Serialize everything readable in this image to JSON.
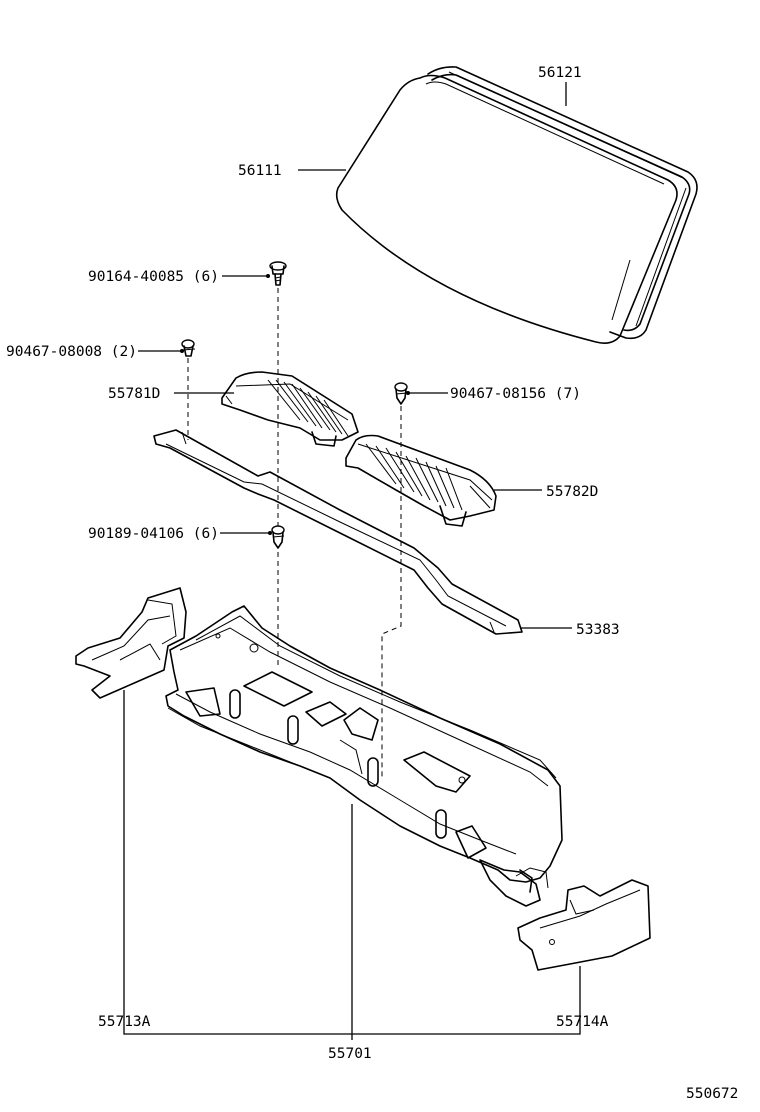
{
  "diagram": {
    "catalog_number": "550672",
    "labels": {
      "windshield_glass": "56111",
      "windshield_weatherstrip": "56121",
      "screw_top": "90164-40085 (6)",
      "clip_left": "90467-08008 (2)",
      "cowl_louver_left": "55781D",
      "clip_right": "90467-08156 (7)",
      "cowl_louver_right": "55782D",
      "clip_middle": "90189-04106 (6)",
      "cowl_seal_panel": "53383",
      "side_panel_left": "55713A",
      "side_panel_right": "55714A",
      "cowl_panel_assembly": "55701"
    }
  }
}
